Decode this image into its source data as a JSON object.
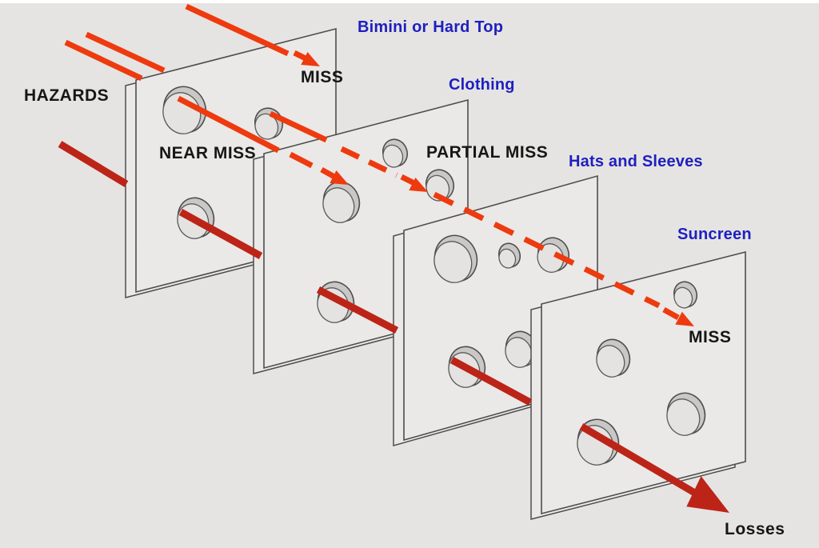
{
  "colors": {
    "background": "#e5e4e2",
    "plate-fill": "#eae9e7",
    "plate-edge": "#4e4e4e",
    "hole-rim": "#c9c8c6",
    "hole-inner": "#e4e3e1",
    "ray-red": "#ee3a0e",
    "loss-red": "#bd2418",
    "label-black": "#161616",
    "label-blue": "#1f1fc0"
  },
  "labels": {
    "hazards": "HAZARDS",
    "miss_top": "MISS",
    "near_miss": "NEAR MISS",
    "partial_miss": "PARTIAL MISS",
    "miss_right": "MISS",
    "losses": "Losses"
  },
  "barriers": [
    {
      "label": "Bimini or Hard Top"
    },
    {
      "label": "Clothing"
    },
    {
      "label": "Hats and Sleeves"
    },
    {
      "label": "Suncreen"
    }
  ]
}
